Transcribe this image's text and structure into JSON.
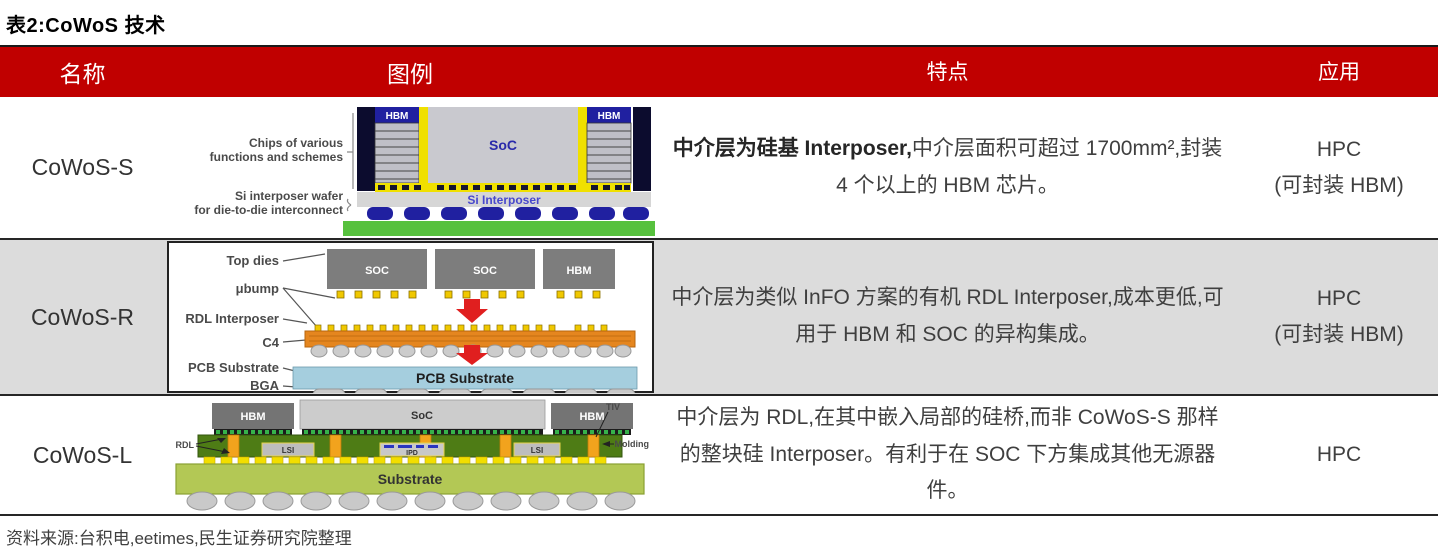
{
  "title": "表2:CoWoS 技术",
  "header": {
    "name": "名称",
    "legend": "图例",
    "feature": "特点",
    "application": "应用"
  },
  "rows": [
    {
      "name": "CoWoS-S",
      "feature_bold": "中介层为硅基 Interposer,",
      "feature_rest": "中介层面积可超过 1700mm²,封装 4 个以上的 HBM 芯片。",
      "app_line1": "HPC",
      "app_line2": "(可封装 HBM)"
    },
    {
      "name": "CoWoS-R",
      "feature": "中介层为类似 InFO 方案的有机 RDL Interposer,成本更低,可用于 HBM 和 SOC 的异构集成。",
      "app_line1": "HPC",
      "app_line2": "(可封装 HBM)"
    },
    {
      "name": "CoWoS-L",
      "feature": "中介层为 RDL,在其中嵌入局部的硅桥,而非 CoWoS-S 那样的整块硅 Interposer。有利于在 SOC 下方集成其他无源器件。",
      "app_line1": "HPC",
      "app_line2": ""
    }
  ],
  "diagrams": {
    "s": {
      "label_chips_1": "Chips of various",
      "label_chips_2": "functions and schemes",
      "label_wafer_1": "Si interposer wafer",
      "label_wafer_2": "for die-to-die interconnect",
      "hbm_left": "HBM",
      "hbm_right": "HBM",
      "soc": "SoC",
      "si_interposer": "Si Interposer"
    },
    "r": {
      "top_dies": "Top dies",
      "ubump": "μbump",
      "rdl_interposer": "RDL Interposer",
      "c4": "C4",
      "pcb_substrate": "PCB Substrate",
      "bga": "BGA",
      "soc1": "SOC",
      "soc2": "SOC",
      "hbm": "HBM",
      "pcb_bar": "PCB Substrate"
    },
    "l": {
      "hbm_left": "HBM",
      "soc": "SoC",
      "hbm_right": "HBM",
      "rdl": "RDL",
      "tiv": "TIV",
      "molding": "Molding",
      "lsi_left": "LSI",
      "ipd": "IPD",
      "lsi_right": "LSI",
      "substrate": "Substrate"
    }
  },
  "source": "资料来源:台积电,eetimes,民生证券研究院整理",
  "colors": {
    "accent_red": "#c00000",
    "row_alt_gray": "#dcdcdc",
    "arrow_red": "#e01f1f",
    "substrate_green": "#57c13e",
    "olive_substrate": "#b3c855",
    "pcb_blue": "#a5cede",
    "rdl_orange": "#e5861f"
  }
}
